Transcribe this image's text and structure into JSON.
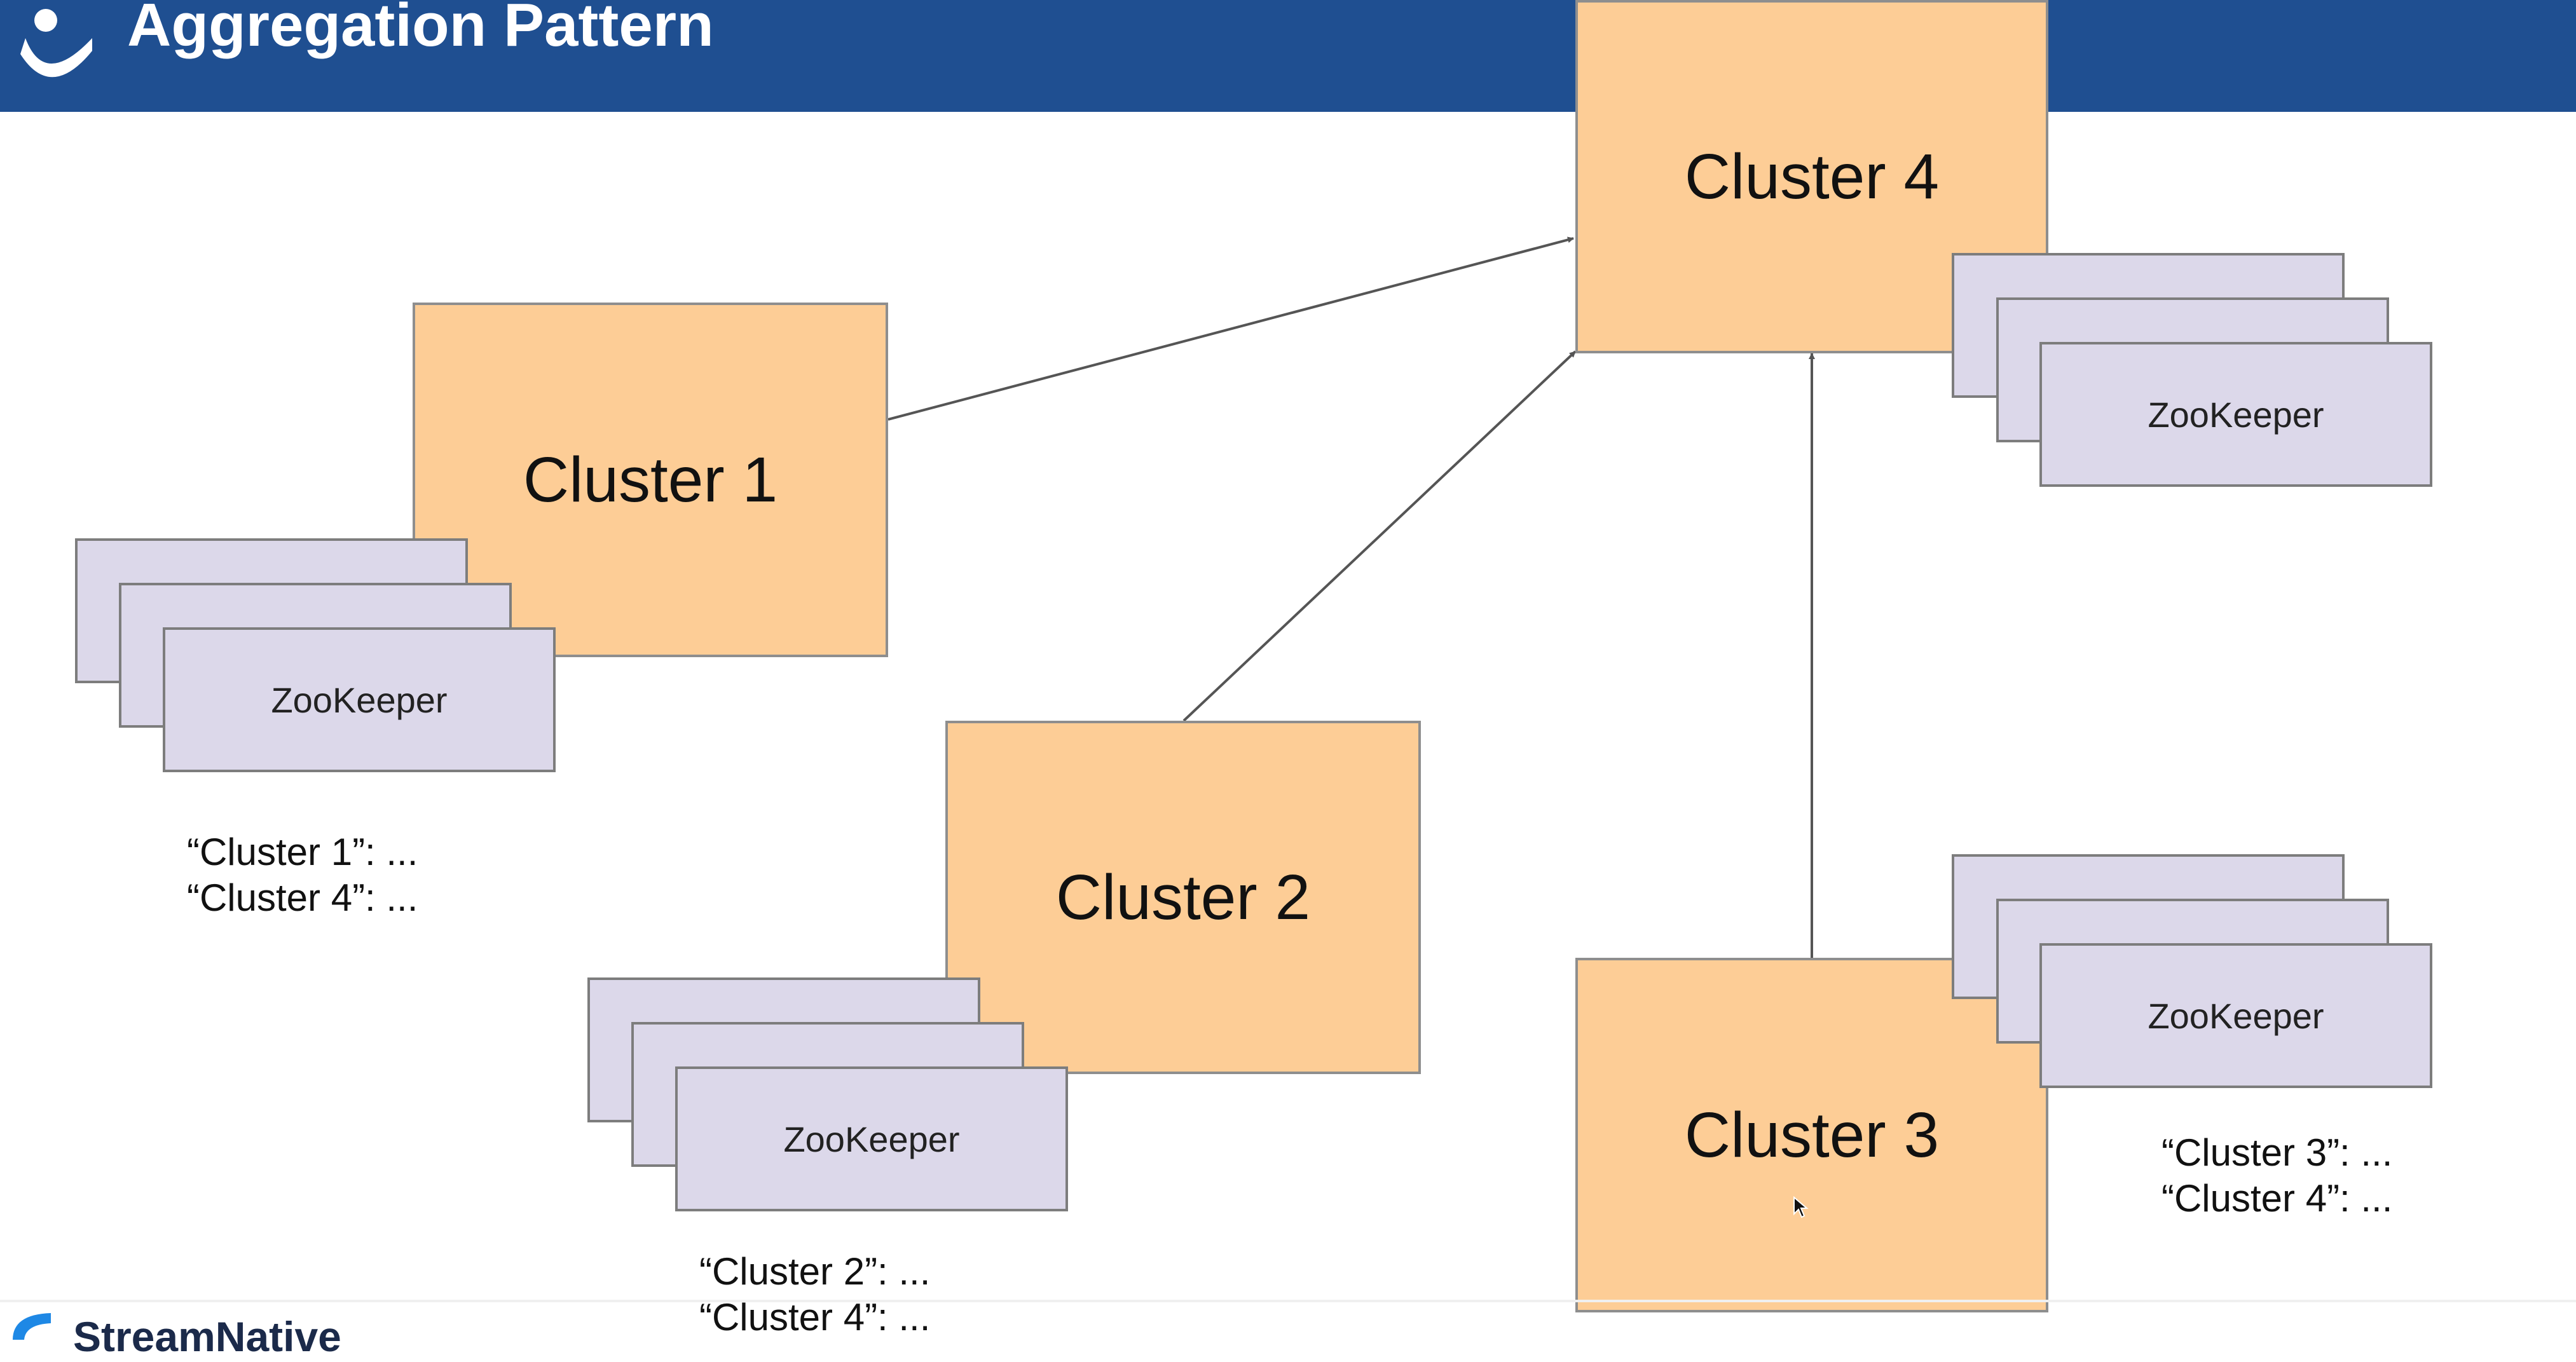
{
  "header": {
    "title": "Aggregation Pattern",
    "background": "#1f4f91"
  },
  "clusters": [
    {
      "label": "Cluster 1"
    },
    {
      "label": "Cluster 2"
    },
    {
      "label": "Cluster 3"
    },
    {
      "label": "Cluster 4"
    }
  ],
  "zookeeper_label": "ZooKeeper",
  "metadata_lists": [
    {
      "lines": [
        "“Cluster 1”: ...",
        "“Cluster 4”: ..."
      ]
    },
    {
      "lines": [
        "“Cluster 2”: ...",
        "“Cluster 4”: ..."
      ]
    },
    {
      "lines": [
        "“Cluster 3”: ...",
        "“Cluster 4”: ..."
      ]
    }
  ],
  "edges": [
    {
      "from": "Cluster 1",
      "to": "Cluster 4"
    },
    {
      "from": "Cluster 2",
      "to": "Cluster 4"
    },
    {
      "from": "Cluster 3",
      "to": "Cluster 4"
    }
  ],
  "colors": {
    "cluster_fill": "#fdcd96",
    "zookeeper_fill": "#dcd8ea",
    "edge": "#555555"
  },
  "footer": {
    "brand": "StreamNative",
    "logo_color": "#1e88e5"
  }
}
